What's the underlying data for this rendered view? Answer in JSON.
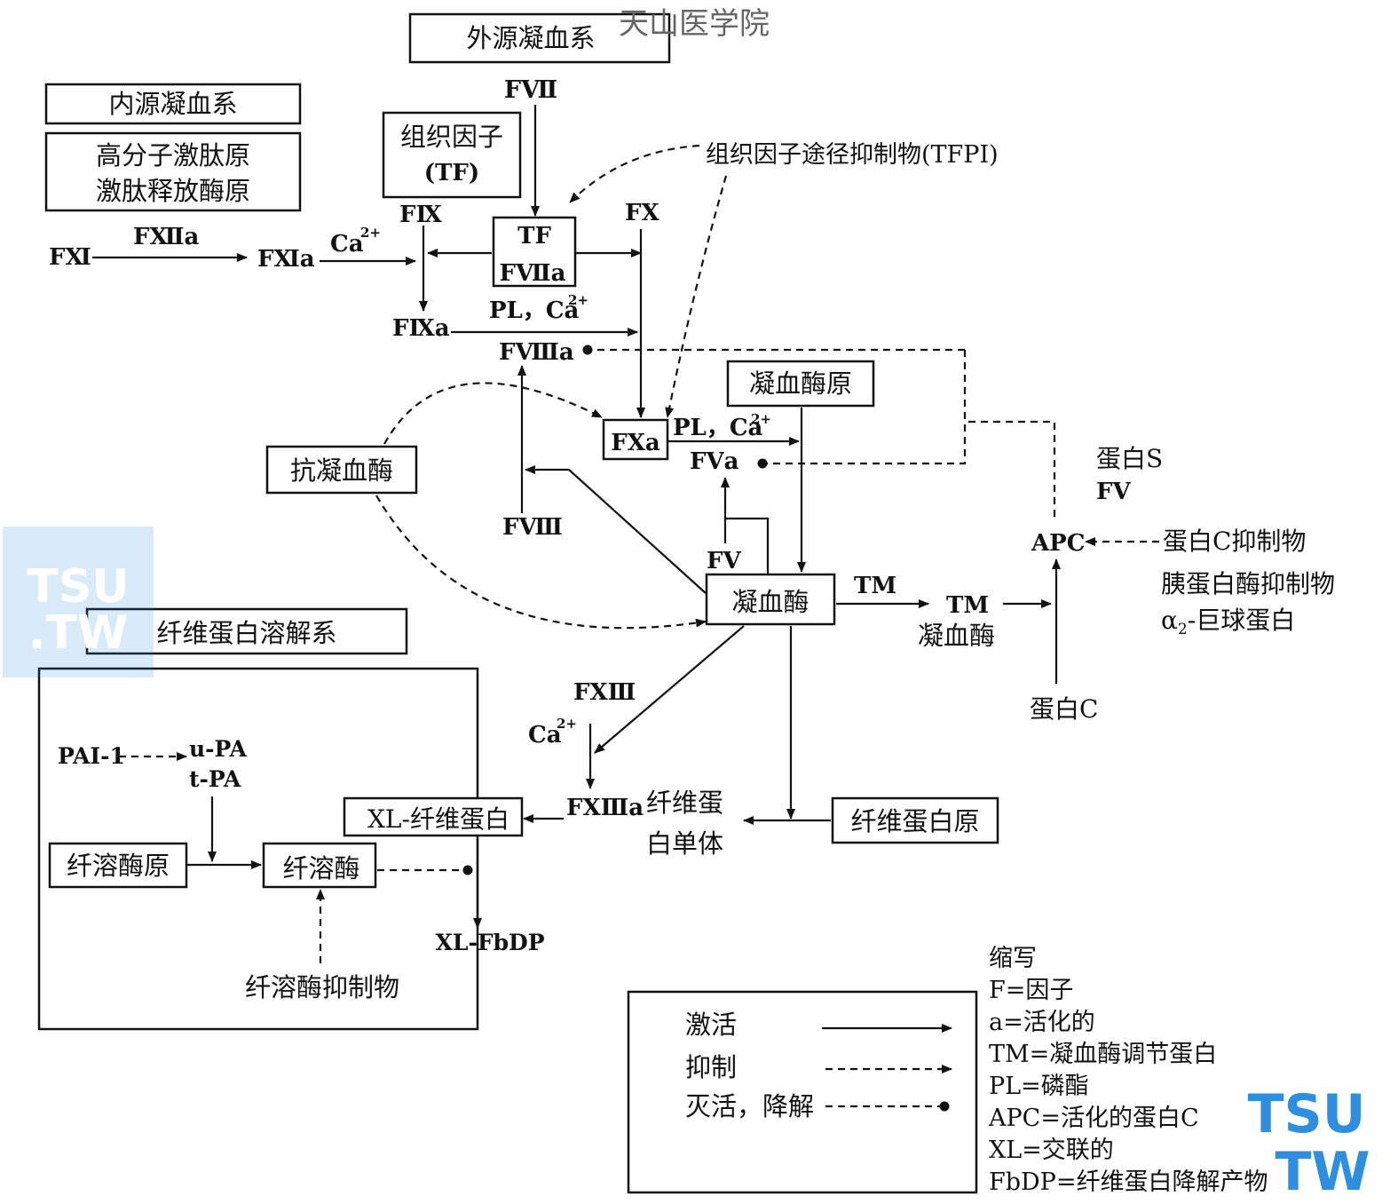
{
  "header": {
    "watermark_top": "天山医学院"
  },
  "watermarks": {
    "logo_line1": "TSU",
    "logo_line2": ".TW",
    "logo2_line1": "TSU",
    "logo2_line2": "TW",
    "logo_color": "#2e8fe0"
  },
  "extrinsic": {
    "title": "外源凝血系",
    "f7": "FⅦ",
    "tf_box_line1": "组织因子",
    "tf_box_line2": "(TF)",
    "tf": "TF",
    "f7a": "FⅦa",
    "tfpi": "组织因子途径抑制物(TFPI)"
  },
  "intrinsic": {
    "title": "内源凝血系",
    "hmwk": "高分子激肽原",
    "prekallikrein": "激肽释放酶原",
    "f11": "FⅪ",
    "f12a": "FⅫa",
    "f11a": "FⅪa",
    "ca_main": "Ca",
    "ca_sup": "2+",
    "f9": "FⅨ",
    "f9a": "FⅨa",
    "pl_ca": "PL，Ca",
    "pl_ca_sup": "2+",
    "f8a": "FⅧa",
    "f8": "FⅧ"
  },
  "common": {
    "f10": "FⅩ",
    "f10a": "FⅩa",
    "pl_ca2": "PL，Ca",
    "pl_ca2_sup": "2+",
    "f5a": "FⅤa",
    "f5": "FⅤ",
    "prothrombin": "凝血酶原",
    "thrombin": "凝血酶",
    "antithrombin": "抗凝血酶",
    "tm": "TM",
    "tm_thrombin_line1": "TM",
    "tm_thrombin_line2": "凝血酶",
    "f13": "FⅩⅢ",
    "ca3": "Ca",
    "ca3_sup": "2+",
    "f13a": "FⅩⅢa",
    "fibrin_monomer_line1": "纤维蛋",
    "fibrin_monomer_line2": "白单体",
    "fibrinogen": "纤维蛋白原",
    "xl_fibrin": "XL-纤维蛋白"
  },
  "protein_c": {
    "protein_s": "蛋白S",
    "f5_right": "FⅤ",
    "apc": "APC",
    "pci": "蛋白C抑制物",
    "trypsin_inhibitor": "胰蛋白酶抑制物",
    "alpha2_prefix": "α",
    "alpha2_sub": "2",
    "alpha2_suffix": "-巨球蛋白",
    "protein_c": "蛋白C"
  },
  "fibrinolysis": {
    "title": "纤维蛋白溶解系",
    "pai1": "PAI-1",
    "upa": "u-PA",
    "tpa": "t-PA",
    "plasminogen": "纤溶酶原",
    "plasmin": "纤溶酶",
    "plasmin_inhibitor": "纤溶酶抑制物",
    "xl_fbdp": "XL-FbDP"
  },
  "legend": {
    "activate": "激活",
    "inhibit": "抑制",
    "inactivate": "灭活，降解"
  },
  "abbreviations": {
    "title": "缩写",
    "items": [
      "F=因子",
      "a=活化的",
      "TM=凝血酶调节蛋白",
      "PL=磷酯",
      "APC=活化的蛋白C",
      "XL=交联的",
      "FbDP=纤维蛋白降解产物"
    ]
  }
}
